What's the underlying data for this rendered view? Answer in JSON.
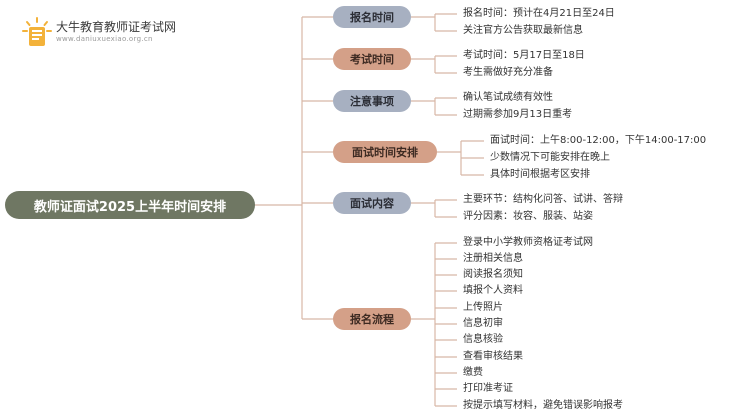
{
  "logo": {
    "name": "大牛教育教师证考试网",
    "url": "www.daniuxuexiao.org.cn"
  },
  "root": "教师证面试2025上半年时间安排",
  "branches": [
    {
      "label": "报名时间",
      "color": "blue",
      "leaves": [
        "报名时间：预计在4月21日至24日",
        "关注官方公告获取最新信息"
      ]
    },
    {
      "label": "考试时间",
      "color": "tan",
      "leaves": [
        "考试时间：5月17日至18日",
        "考生需做好充分准备"
      ]
    },
    {
      "label": "注意事项",
      "color": "blue",
      "leaves": [
        "确认笔试成绩有效性",
        "过期需参加9月13日重考"
      ]
    },
    {
      "label": "面试时间安排",
      "color": "tan",
      "leaves": [
        "面试时间：上午8:00-12:00，下午14:00-17:00",
        "少数情况下可能安排在晚上",
        "具体时间根据考区安排"
      ]
    },
    {
      "label": "面试内容",
      "color": "blue",
      "leaves": [
        "主要环节：结构化问答、试讲、答辩",
        "评分因素：妆容、服装、站姿"
      ]
    },
    {
      "label": "报名流程",
      "color": "tan",
      "leaves": [
        "登录中小学教师资格证考试网",
        "注册相关信息",
        "阅读报名须知",
        "填报个人资料",
        "上传照片",
        "信息初审",
        "信息核验",
        "查看审核结果",
        "缴费",
        "打印准考证",
        "按提示填写材料，避免错误影响报考"
      ]
    }
  ]
}
